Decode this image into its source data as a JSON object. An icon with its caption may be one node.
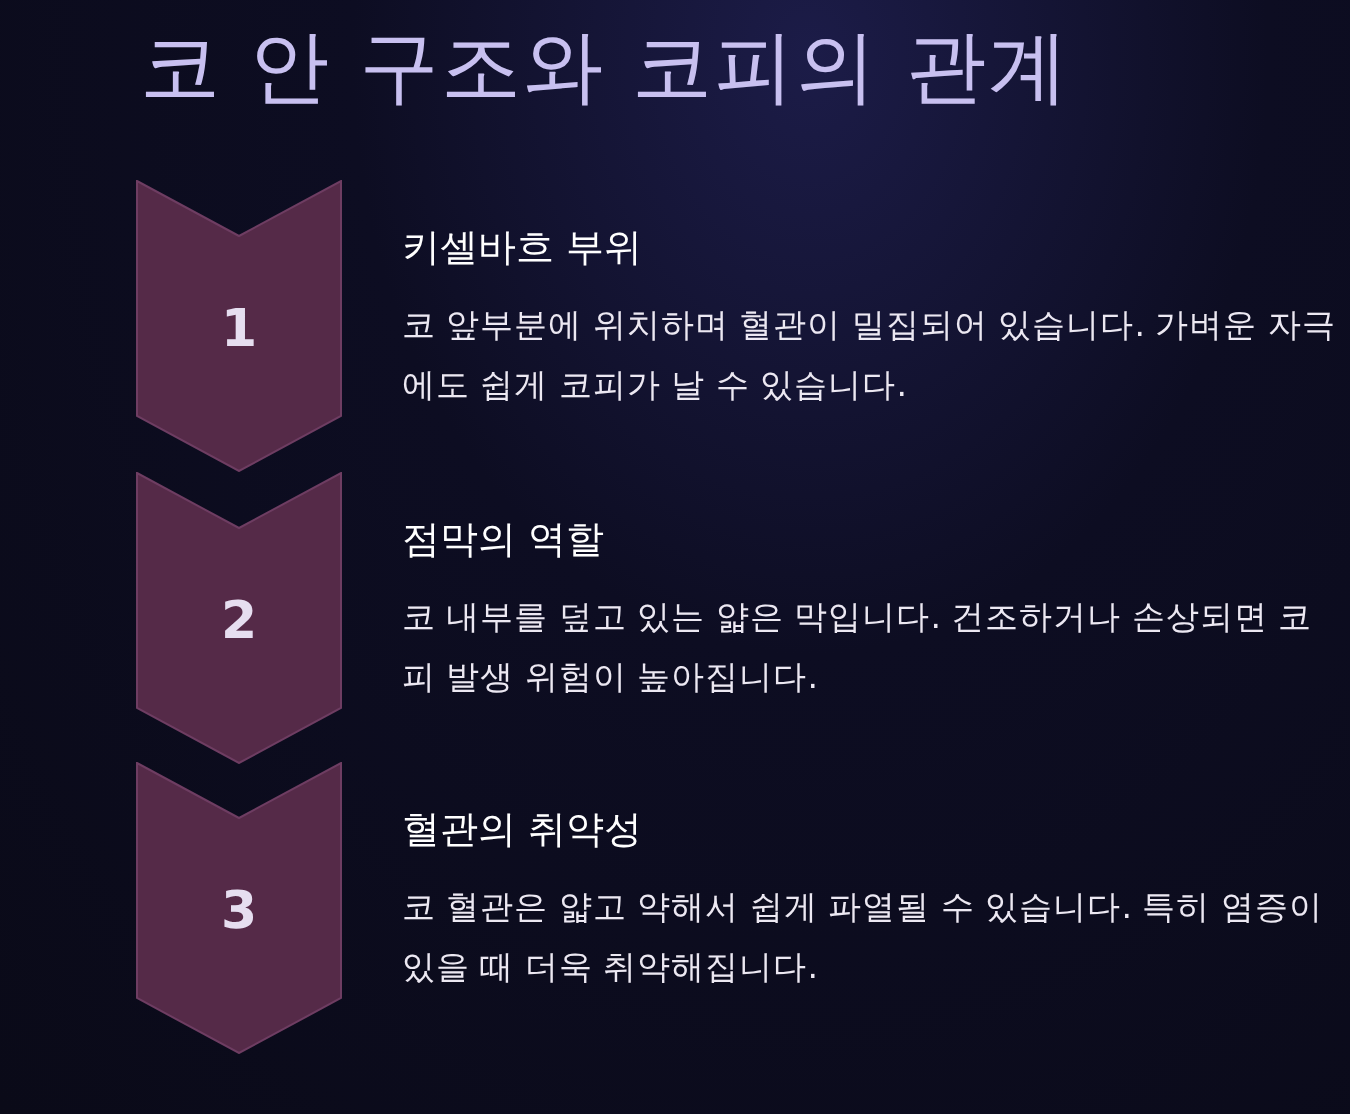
{
  "diagram": {
    "title": "코 안 구조와 코피의 관계",
    "nodes": [
      {
        "text": [
          "1"
        ],
        "beside": [
          "키셀바흐 부위",
          "코 앞부분에 위치하며 혈관이 밀집되어 있습니다. 가벼운 자극에도 쉽게 코피가 날 수 있습니다."
        ]
      },
      {
        "text": [
          "2"
        ],
        "beside": [
          "점막의 역할",
          "코 내부를 덮고 있는 얇은 막입니다. 건조하거나 손상되면 코피 발생 위험이 높아집니다."
        ]
      },
      {
        "text": [
          "3"
        ],
        "beside": [
          "혈관의 취약성",
          "코 혈관은 얇고 약해서 쉽게 파열될 수 있습니다. 특히 염증이 있을 때 더욱 취약해집니다."
        ]
      }
    ],
    "edges": []
  }
}
